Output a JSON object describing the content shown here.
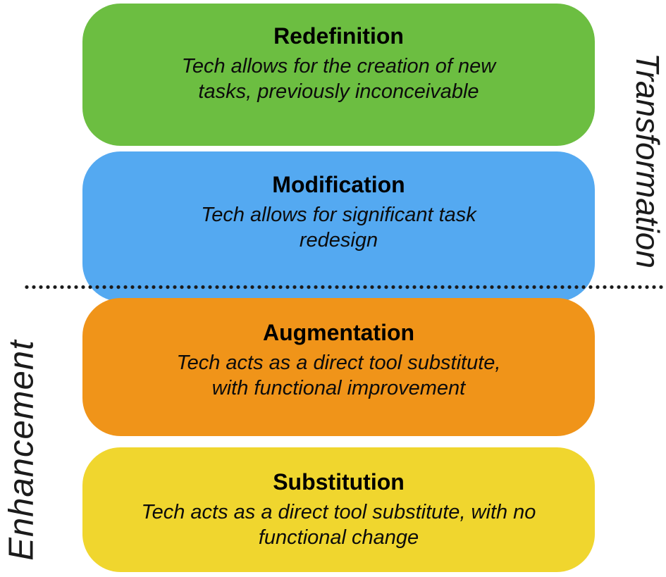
{
  "side_labels": {
    "right": {
      "text": "Transformation"
    },
    "left": {
      "text": "Enhancement"
    }
  },
  "boxes": [
    {
      "title": "Redefinition",
      "description": "Tech allows for the creation of new\ntasks, previously inconceivable",
      "color": "#6CBE41"
    },
    {
      "title": "Modification",
      "description": "Tech allows for significant task\nredesign",
      "color": "#54A9F1"
    },
    {
      "title": "Augmentation",
      "description": "Tech acts as a direct tool substitute,\nwith functional improvement",
      "color": "#F09419"
    },
    {
      "title": "Substitution",
      "description": "Tech acts as a direct tool substitute, with no\nfunctional change",
      "color": "#F0D62E"
    }
  ],
  "divider": {
    "style": "dotted",
    "color": "#1B1B1B"
  }
}
